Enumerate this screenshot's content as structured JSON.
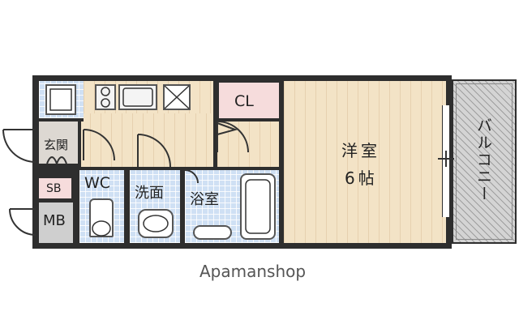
{
  "rooms": {
    "entrance": "玄関",
    "shoe_box": "SB",
    "meter_box": "MB",
    "toilet": "WC",
    "washroom": "洗面",
    "bathroom": "浴室",
    "closet": "CL",
    "western_room": "洋室",
    "western_room_size": "6帖",
    "balcony": "バルコニー"
  },
  "footer": {
    "brand": "Apamanshop"
  },
  "colors": {
    "wall": "#2e2e2e",
    "wood_floor": "#f3e3c6",
    "tile_floor": "#cfe0f4",
    "closet_floor": "#f6dcdc",
    "balcony": "#d4d4d4"
  }
}
